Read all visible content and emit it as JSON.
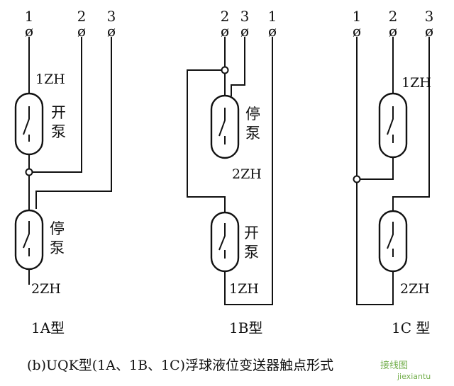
{
  "terminals": {
    "t1": "1",
    "t2": "2",
    "t3": "3"
  },
  "switch_labels": {
    "zh1": "1ZH",
    "zh2": "2ZH"
  },
  "functions": {
    "start_pump": "开\n泵",
    "stop_pump": "停\n泵"
  },
  "types": {
    "a": "1A型",
    "b": "1B型",
    "c": "1C 型"
  },
  "caption": "(b)UQK型(1A、1B、1C)浮球液位变送器触点形式",
  "watermark": {
    "main": "接线图",
    "sub": "jiexiantu"
  },
  "colors": {
    "ink": "#111111",
    "watermark": "#5aa02c"
  }
}
